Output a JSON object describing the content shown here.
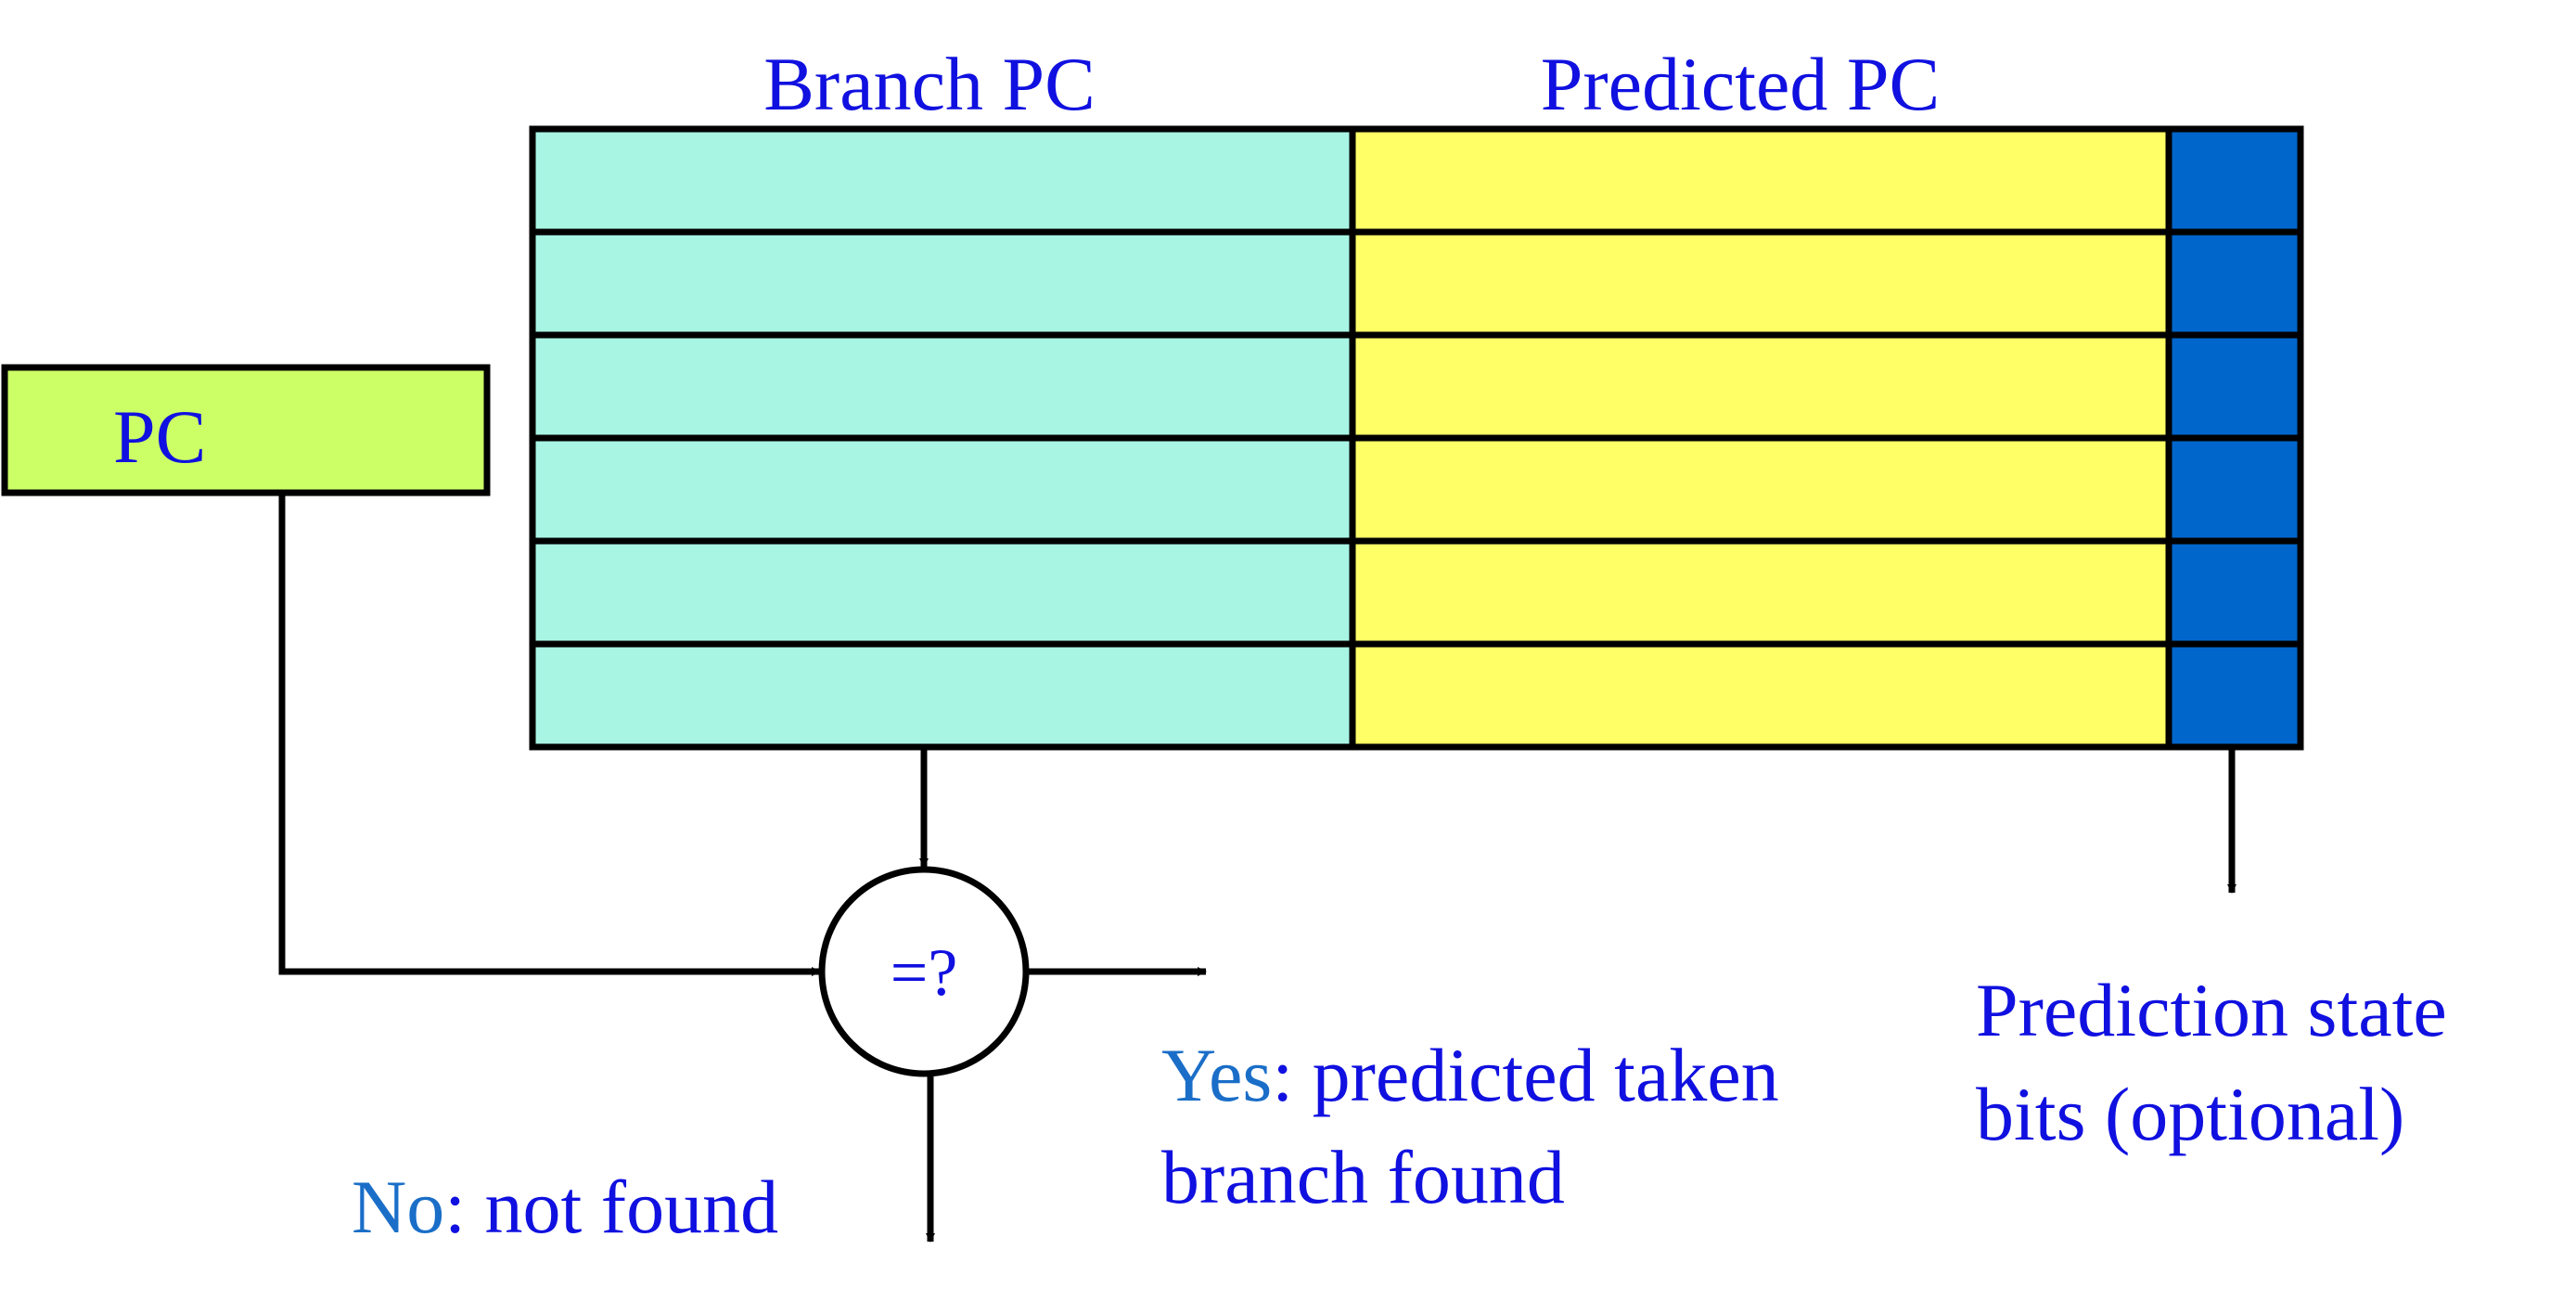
{
  "headers": {
    "branch_pc": "Branch PC",
    "predicted_pc": "Predicted PC"
  },
  "pc_register": {
    "label": "PC",
    "color": "#ccff66"
  },
  "table": {
    "row_count": 6,
    "branch_pc_color": "#a8f5e4",
    "predicted_pc_color": "#ffff66",
    "state_bits_color": "#0066cc"
  },
  "comparator": {
    "label": "=?"
  },
  "outcomes": {
    "yes_keyword": "Yes",
    "yes_rest": ": predicted taken",
    "yes_line2": "branch found",
    "no_keyword": "No",
    "no_rest": ": not found"
  },
  "state_bits_note": {
    "line1": "Prediction state",
    "line2": "bits (optional)"
  },
  "colors": {
    "label_text": "#1010e0",
    "accent_text": "#1a6ec8",
    "line": "#000000"
  }
}
